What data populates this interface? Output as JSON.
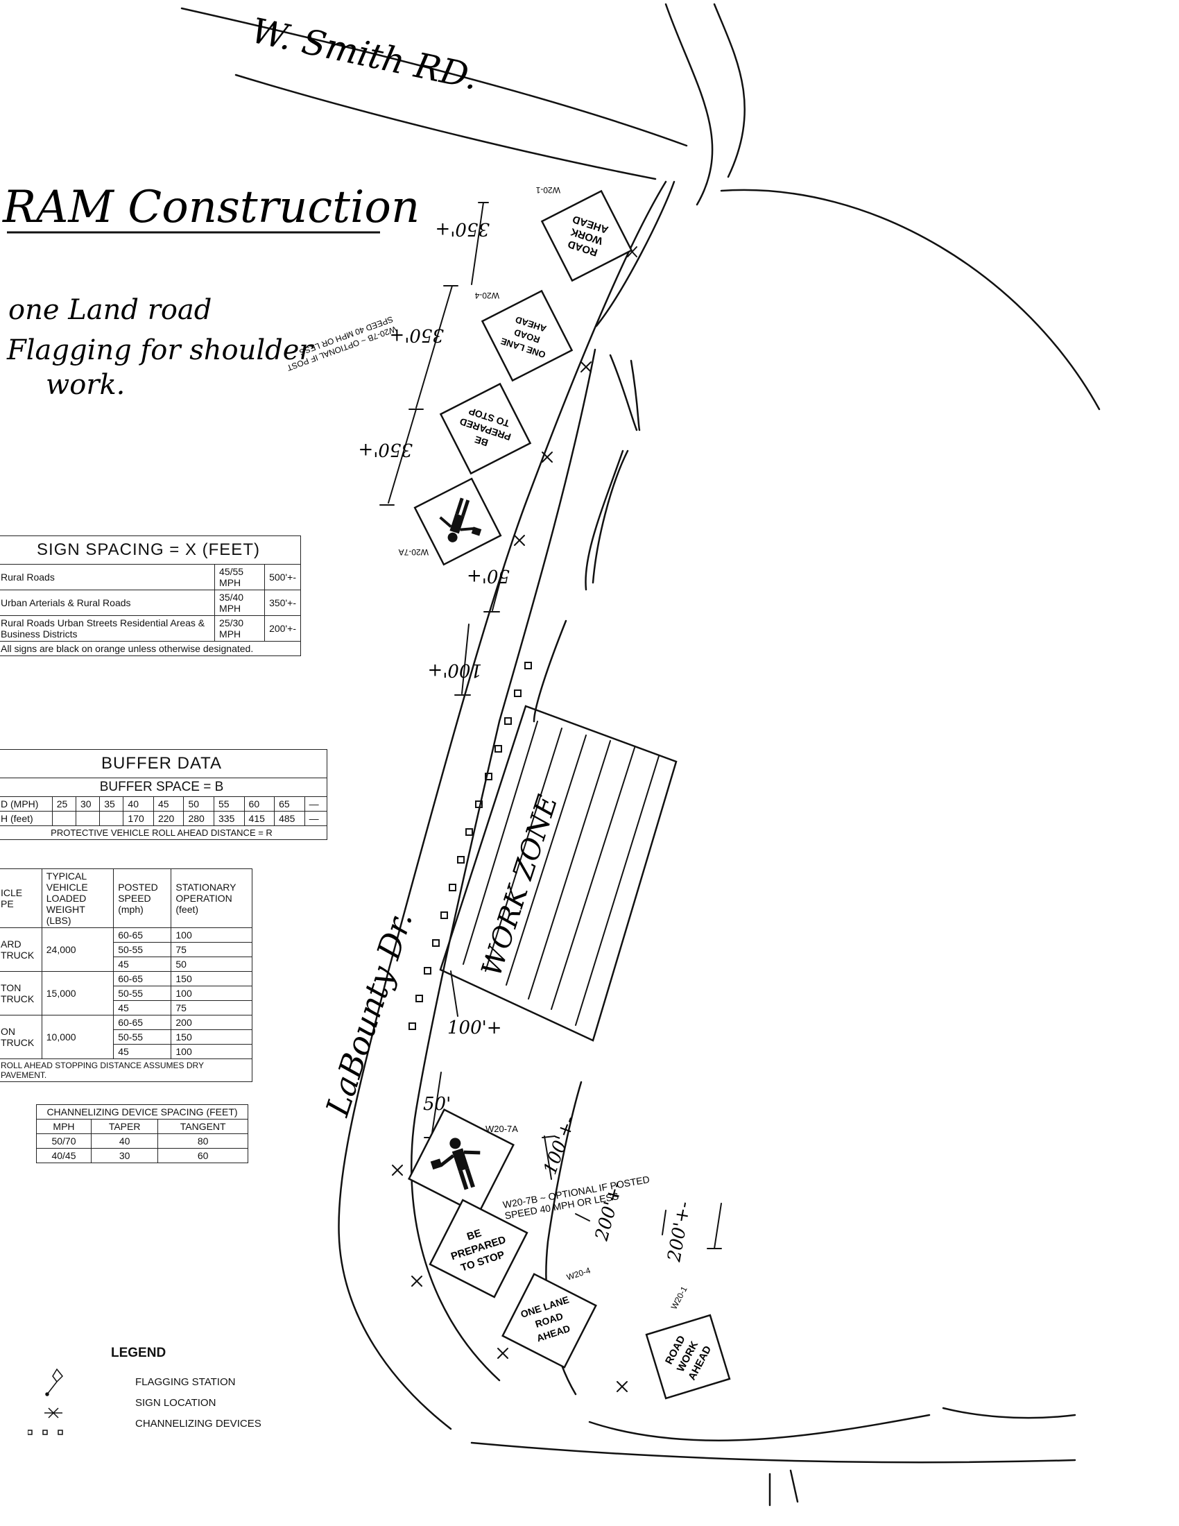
{
  "handwritten": {
    "street_top": "W. Smith RD.",
    "title": "RAM Construction",
    "note_lines": [
      "one Land road",
      "Flagging for shoulder",
      "work."
    ],
    "street_left": "LaBounty Dr.",
    "work_zone": "WORK ZONE"
  },
  "distances": {
    "d350_a": "350'+",
    "d350_b": "350'+",
    "d350_c": "350'+",
    "d50_a": "50'+",
    "d100_a": "100'+",
    "d100_b": "100'+",
    "d50_b": "50'",
    "d100_c": "100'+-",
    "d200_a": "200'+-",
    "d200_b": "200'+-"
  },
  "signs": {
    "road_work_ahead": [
      "ROAD",
      "WORK",
      "AHEAD"
    ],
    "one_lane_road_ahead": [
      "ONE LANE",
      "ROAD",
      "AHEAD"
    ],
    "be_prepared_to_stop": [
      "BE",
      "PREPARED",
      "TO STOP"
    ],
    "code_w20_1": "W20-1",
    "code_w20_4": "W20-4",
    "code_w20_7a": "W20-7A",
    "optional_note": [
      "W20-7B ~ OPTIONAL IF POST",
      "SPEED 40 MPH OR LESS"
    ],
    "optional_note_bottom": [
      "W20-7B ~ OPTIONAL IF POSTED",
      "SPEED 40 MPH OR LESS"
    ]
  },
  "sign_spacing": {
    "title": "SIGN SPACING = X (FEET)",
    "rows": [
      {
        "area": "Rural Roads",
        "speed": "45/55 MPH",
        "spacing": "500'+-"
      },
      {
        "area": "Urban Arterials & Rural Roads",
        "speed": "35/40 MPH",
        "spacing": "350'+-"
      },
      {
        "area": "Rural Roads Urban Streets Residential Areas & Business Districts",
        "speed": "25/30 MPH",
        "spacing": "200'+-"
      }
    ],
    "footnote": "All signs are black on orange unless otherwise designated."
  },
  "buffer_data": {
    "title": "BUFFER DATA",
    "subtitle": "BUFFER SPACE = B",
    "speed_label": "D (MPH)",
    "length_label": "H (feet)",
    "speeds": [
      "25",
      "30",
      "35",
      "40",
      "45",
      "50",
      "55",
      "60",
      "65",
      "—"
    ],
    "lengths": [
      "",
      "",
      "",
      "170",
      "220",
      "280",
      "335",
      "415",
      "485",
      "—"
    ],
    "roll_ahead_title": "PROTECTIVE VEHICLE ROLL AHEAD DISTANCE = R",
    "col_headers": [
      "ICLE PE",
      "TYPICAL VEHICLE LOADED WEIGHT (LBS)",
      "POSTED SPEED (mph)",
      "STATIONARY OPERATION (feet)"
    ],
    "groups": [
      {
        "type": "ARD TRUCK",
        "weight": "24,000",
        "rows": [
          [
            "60-65",
            "100"
          ],
          [
            "50-55",
            "75"
          ],
          [
            "45",
            "50"
          ]
        ]
      },
      {
        "type": "TON TRUCK",
        "weight": "15,000",
        "rows": [
          [
            "60-65",
            "150"
          ],
          [
            "50-55",
            "100"
          ],
          [
            "45",
            "75"
          ]
        ]
      },
      {
        "type": "ON TRUCK",
        "weight": "10,000",
        "rows": [
          [
            "60-65",
            "200"
          ],
          [
            "50-55",
            "150"
          ],
          [
            "45",
            "100"
          ]
        ]
      }
    ],
    "footnote": "ROLL AHEAD STOPPING DISTANCE ASSUMES DRY PAVEMENT."
  },
  "channelizing": {
    "title": "CHANNELIZING DEVICE SPACING (FEET)",
    "headers": [
      "MPH",
      "TAPER",
      "TANGENT"
    ],
    "rows": [
      [
        "50/70",
        "40",
        "80"
      ],
      [
        "40/45",
        "30",
        "60"
      ]
    ]
  },
  "legend": {
    "title": "LEGEND",
    "items": [
      "FLAGGING STATION",
      "SIGN LOCATION",
      "CHANNELIZING DEVICES"
    ]
  }
}
